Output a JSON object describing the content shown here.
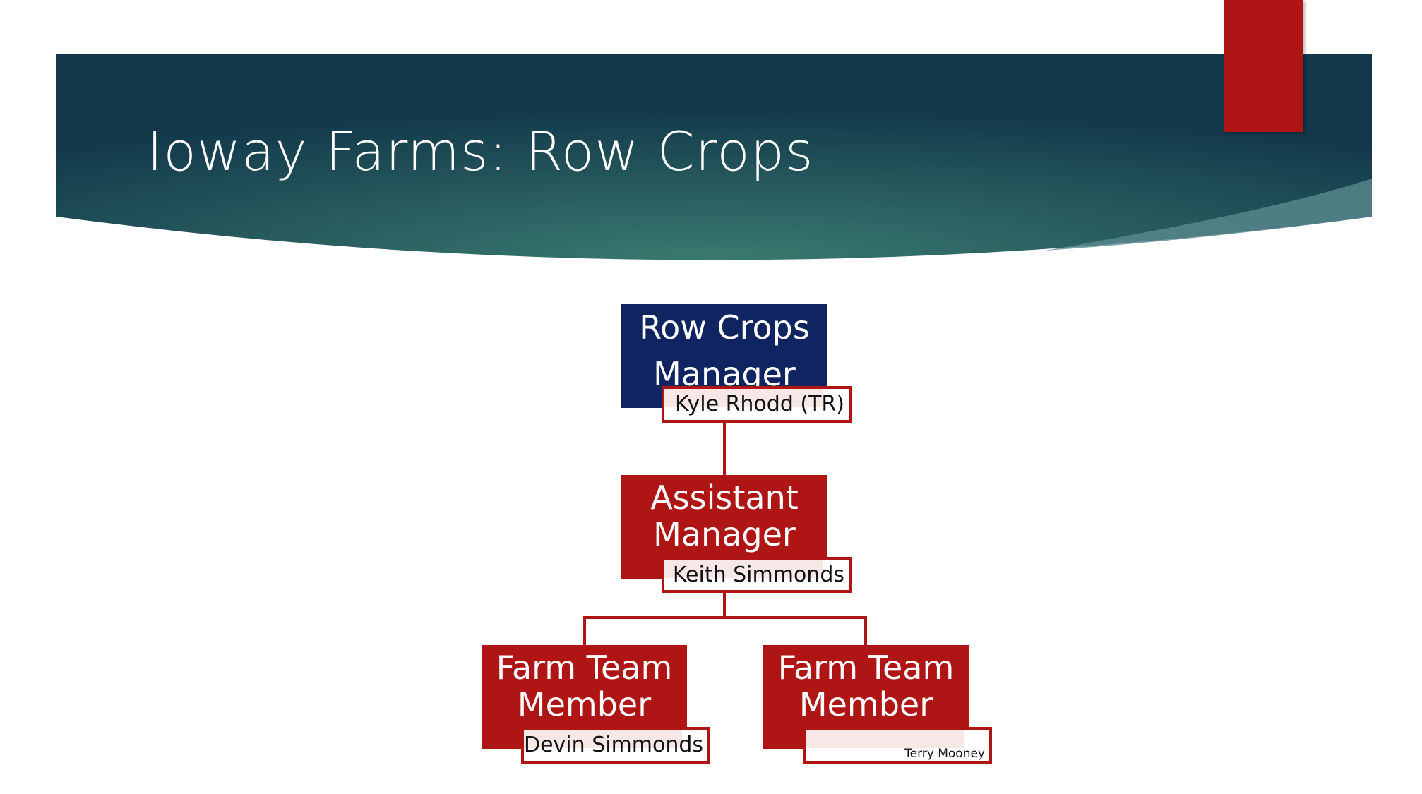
{
  "slide": {
    "title": "Ioway Farms: Row Crops",
    "colors": {
      "banner_dark": "#12384a",
      "banner_light": "#3a7a70",
      "accent_red": "#b01515",
      "navy": "#0f2460"
    }
  },
  "org_chart": {
    "nodes": [
      {
        "role": "Row Crops Manager",
        "name": "Kyle Rhodd (TR)"
      },
      {
        "role": "Assistant Manager",
        "name": "Keith Simmonds"
      },
      {
        "role": "Farm Team Member",
        "name": "Devin Simmonds"
      },
      {
        "role": "Farm Team Member",
        "name": "Terry Mooney"
      }
    ]
  }
}
